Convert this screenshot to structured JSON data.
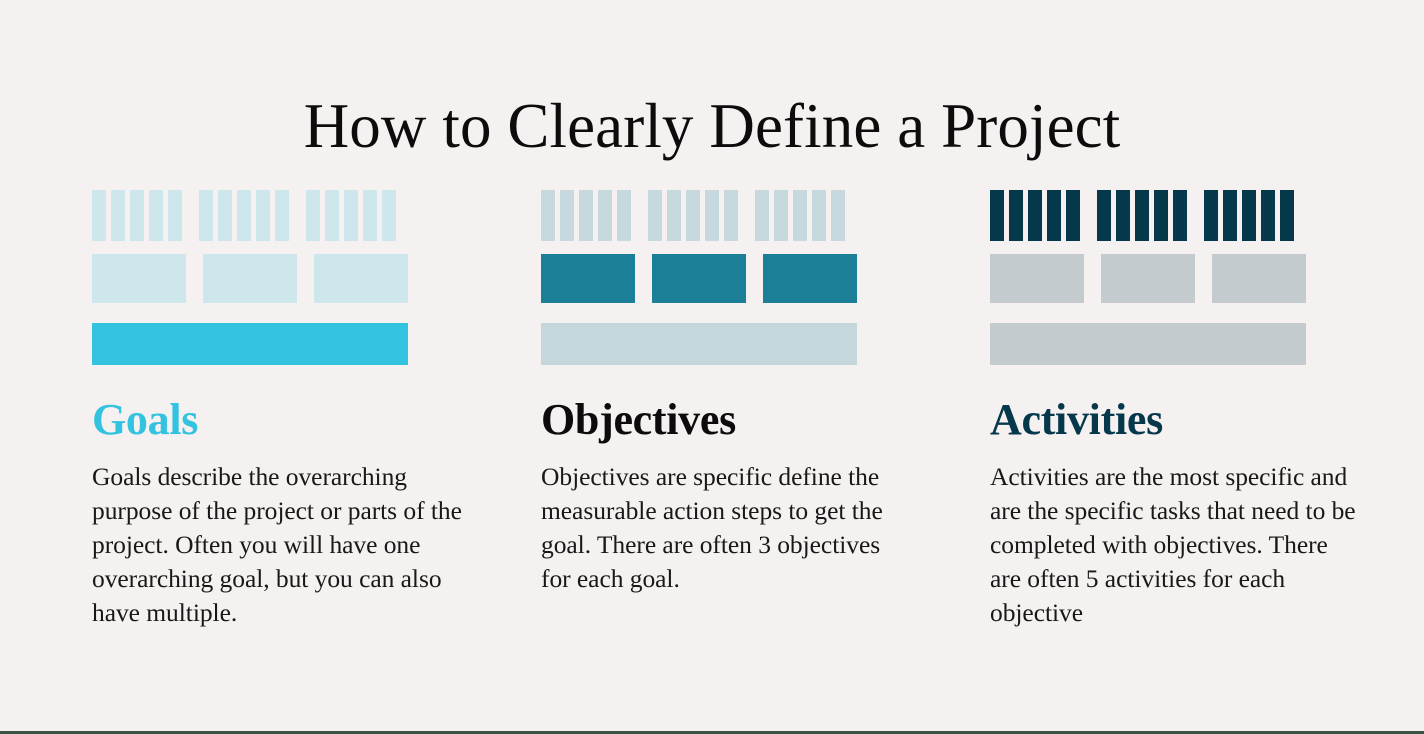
{
  "title": "How to Clearly Define a Project",
  "theme": {
    "background": "#F5F1F0",
    "title_color": "#0D0B0B",
    "body_color": "#1A1718",
    "bottom_rule": "#3A5244",
    "cyan": "#33C3E0",
    "light_blue": "#CDE7ED",
    "muted_blue": "#C6D9DE",
    "teal": "#1A7F97",
    "pale_blue_gray": "#C6D7DC",
    "navy": "#06384C",
    "gray": "#C3CBCE"
  },
  "columns": [
    {
      "id": "goals",
      "heading": "Goals",
      "heading_color": "#33C3E0",
      "body": "Goals describe the overarching purpose of the project or parts of the project. Often you will have one overarching goal, but you can also have multiple.",
      "graphic": {
        "thin_row": {
          "groups": 3,
          "bars_per_group": 5,
          "color": "#CDE7ED"
        },
        "mid_row": {
          "blocks": 3,
          "color": "#CDE7ED"
        },
        "wide_row": {
          "blocks": 1,
          "color": "#33C3E0"
        },
        "emphasis": "wide"
      }
    },
    {
      "id": "objectives",
      "heading": "Objectives",
      "heading_color": "#0D0B0B",
      "body": "Objectives are specific define the measurable action steps to get the goal. There are often 3 objectives for each goal.",
      "graphic": {
        "thin_row": {
          "groups": 3,
          "bars_per_group": 5,
          "color": "#C6D9DE"
        },
        "mid_row": {
          "blocks": 3,
          "color": "#1A7F97"
        },
        "wide_row": {
          "blocks": 1,
          "color": "#C6D7DC"
        },
        "emphasis": "mid"
      }
    },
    {
      "id": "activities",
      "heading": "Activities",
      "heading_color": "#06384C",
      "body": "Activities are the most specific and are the specific tasks that need to be completed with objectives. There are often 5 activities for each objective",
      "graphic": {
        "thin_row": {
          "groups": 3,
          "bars_per_group": 5,
          "color": "#06384C"
        },
        "mid_row": {
          "blocks": 3,
          "color": "#C3CBCE"
        },
        "wide_row": {
          "blocks": 1,
          "color": "#C3CBCE"
        },
        "emphasis": "thin"
      }
    }
  ]
}
